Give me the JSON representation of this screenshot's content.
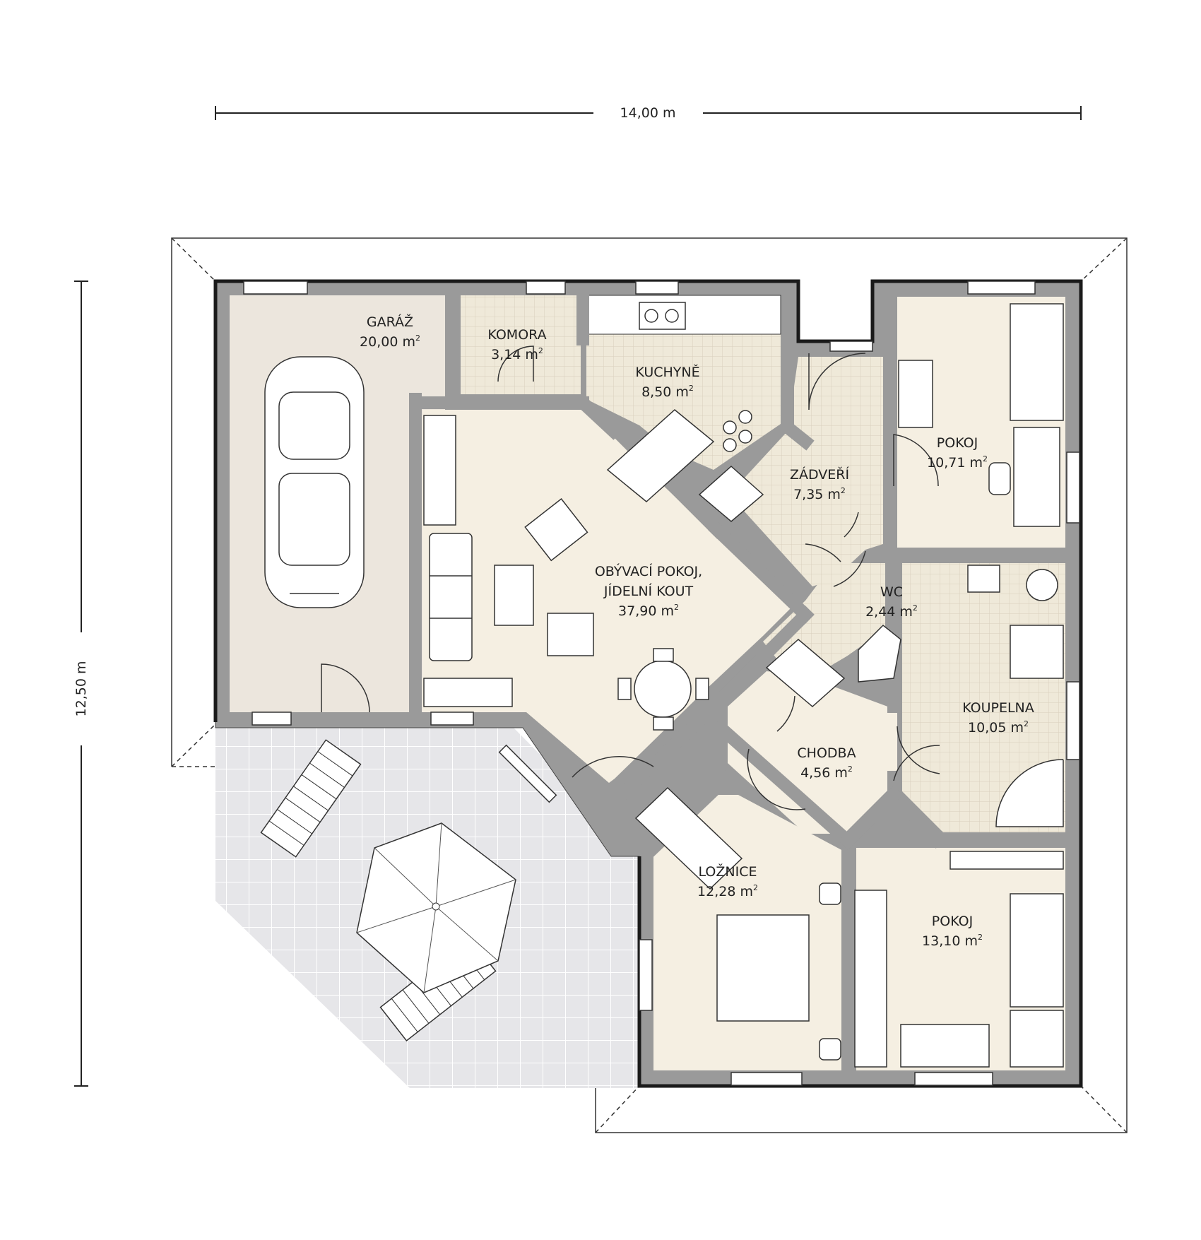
{
  "dimensions": {
    "width": "14,00 m",
    "height": "12,50 m"
  },
  "rooms": {
    "garaz": {
      "name": "GARÁŽ",
      "area": "20,00 m",
      "unit": "2"
    },
    "komora": {
      "name": "KOMORA",
      "area": "3,14 m",
      "unit": "2"
    },
    "kuchyne": {
      "name": "KUCHYNĚ",
      "area": "8,50 m",
      "unit": "2"
    },
    "zadveri": {
      "name": "ZÁDVEŘÍ",
      "area": "7,35 m",
      "unit": "2"
    },
    "pokoj1": {
      "name": "POKOJ",
      "area": "10,71 m",
      "unit": "2"
    },
    "obyvaci": {
      "name": "OBÝVACÍ POKOJ,",
      "name2": "JÍDELNÍ KOUT",
      "area": "37,90 m",
      "unit": "2"
    },
    "wc": {
      "name": "WC",
      "area": "2,44 m",
      "unit": "2"
    },
    "koupelna": {
      "name": "KOUPELNA",
      "area": "10,05 m",
      "unit": "2"
    },
    "chodba": {
      "name": "CHODBA",
      "area": "4,56 m",
      "unit": "2"
    },
    "loznice": {
      "name": "LOŽNICE",
      "area": "12,28 m",
      "unit": "2"
    },
    "pokoj2": {
      "name": "POKOJ",
      "area": "13,10 m",
      "unit": "2"
    }
  },
  "colors": {
    "wall": "#9a9a9a",
    "wall_outline": "#1a1a1a",
    "garage_floor": "#ece6dd",
    "living_floor": "#f5efe2",
    "tile_floor": "#efe9d9",
    "terrace": "#e8e8ea",
    "line": "#333333"
  }
}
